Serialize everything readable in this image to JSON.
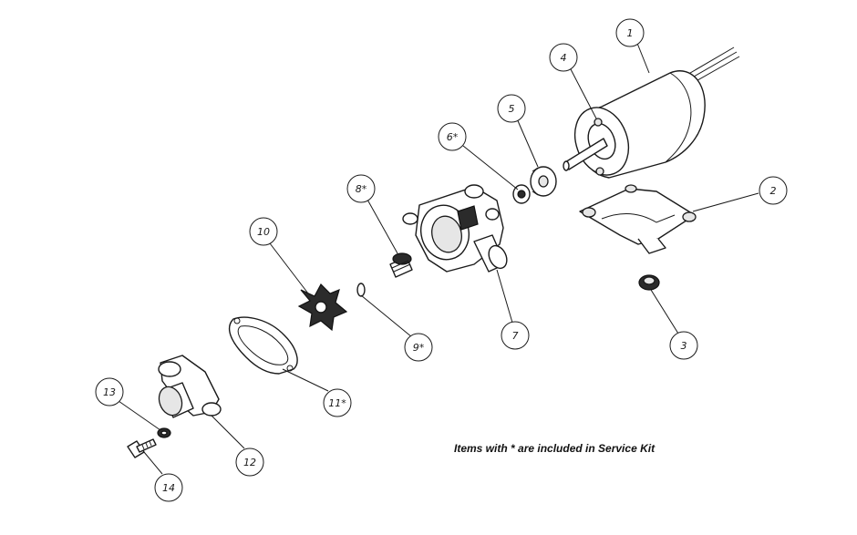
{
  "callouts": [
    {
      "id": "c1",
      "label": "1"
    },
    {
      "id": "c2",
      "label": "2"
    },
    {
      "id": "c3",
      "label": "3"
    },
    {
      "id": "c4",
      "label": "4"
    },
    {
      "id": "c5",
      "label": "5"
    },
    {
      "id": "c6",
      "label": "6*"
    },
    {
      "id": "c7",
      "label": "7"
    },
    {
      "id": "c8",
      "label": "8*"
    },
    {
      "id": "c9",
      "label": "9*"
    },
    {
      "id": "c10",
      "label": "10"
    },
    {
      "id": "c11",
      "label": "11*"
    },
    {
      "id": "c12",
      "label": "12"
    },
    {
      "id": "c13",
      "label": "13"
    },
    {
      "id": "c14",
      "label": "14"
    }
  ],
  "note": "Items with * are included in Service Kit"
}
